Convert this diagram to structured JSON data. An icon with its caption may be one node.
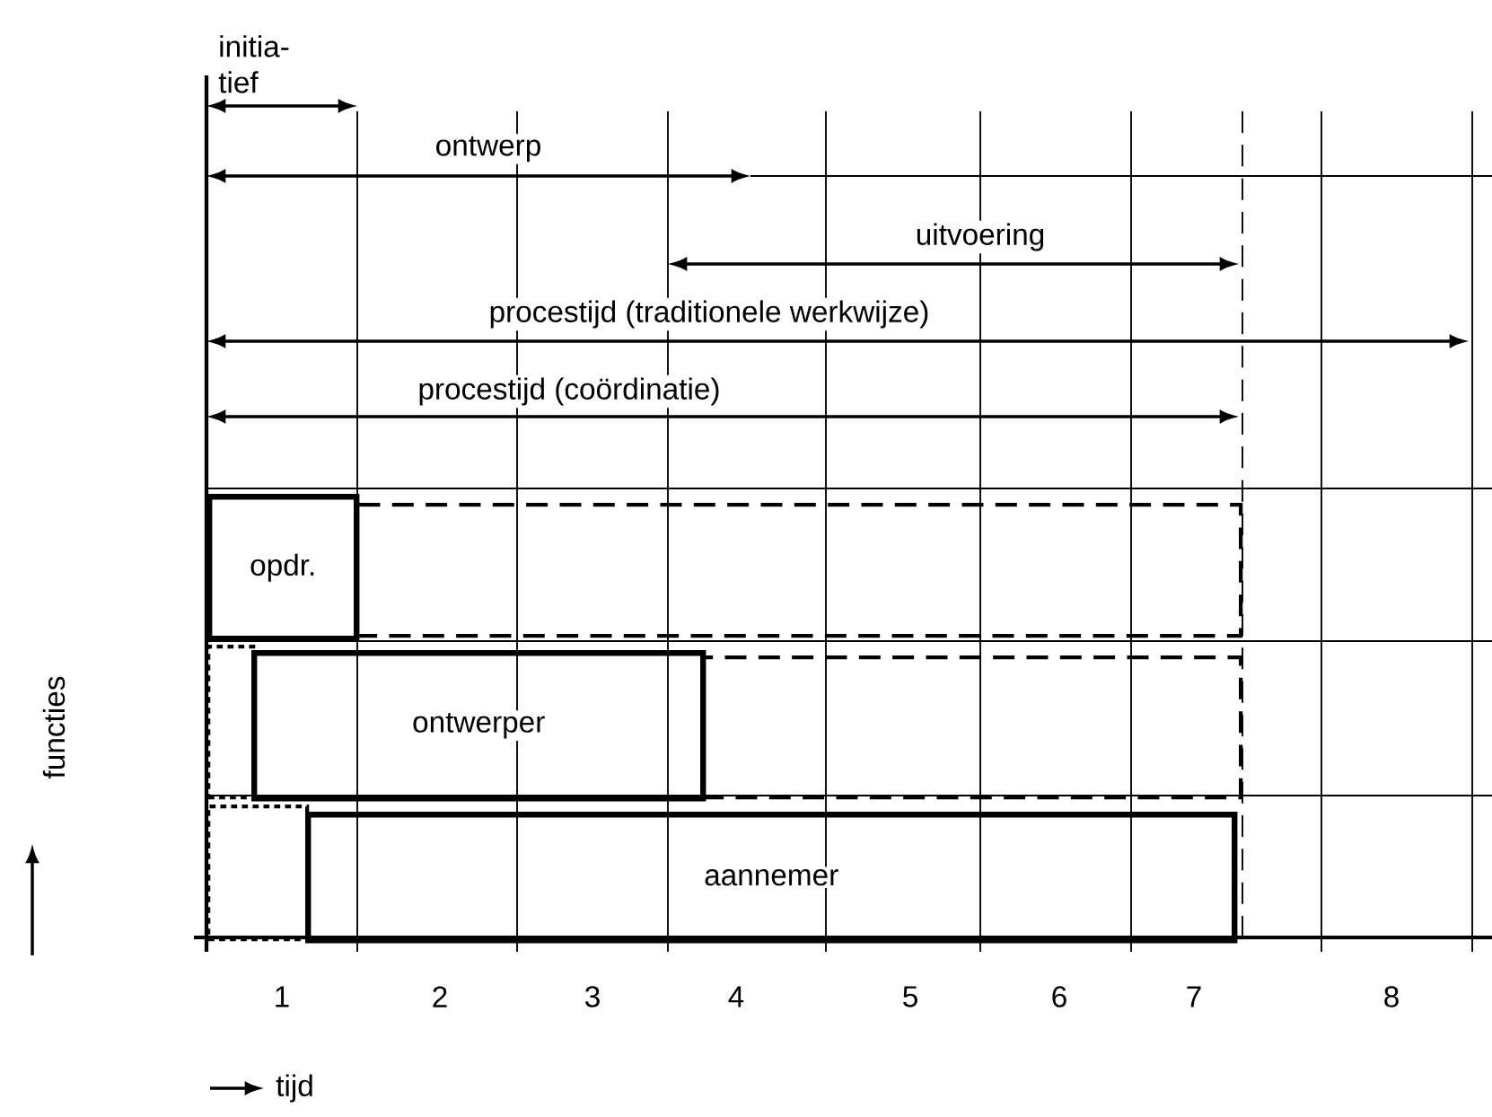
{
  "diagram": {
    "nodes": [
      {
        "text": [
          "opdr."
        ]
      },
      {
        "text": [],
        "shape": "box"
      },
      {
        "text": [],
        "shape": "box"
      },
      {
        "text": [
          "ontwerper"
        ]
      },
      {
        "text": [],
        "shape": "box"
      },
      {
        "text": [],
        "shape": "box"
      },
      {
        "text": [
          "aannemer"
        ]
      }
    ],
    "labels": [
      "initia- tief",
      "ontwerp",
      "uitvoering",
      "procestijd (traditionele werkwijze)",
      "procestijd (coördinatie)",
      "1",
      "2",
      "3",
      "4",
      "5",
      "6",
      "7",
      "8",
      "functies",
      "tijd"
    ]
  }
}
